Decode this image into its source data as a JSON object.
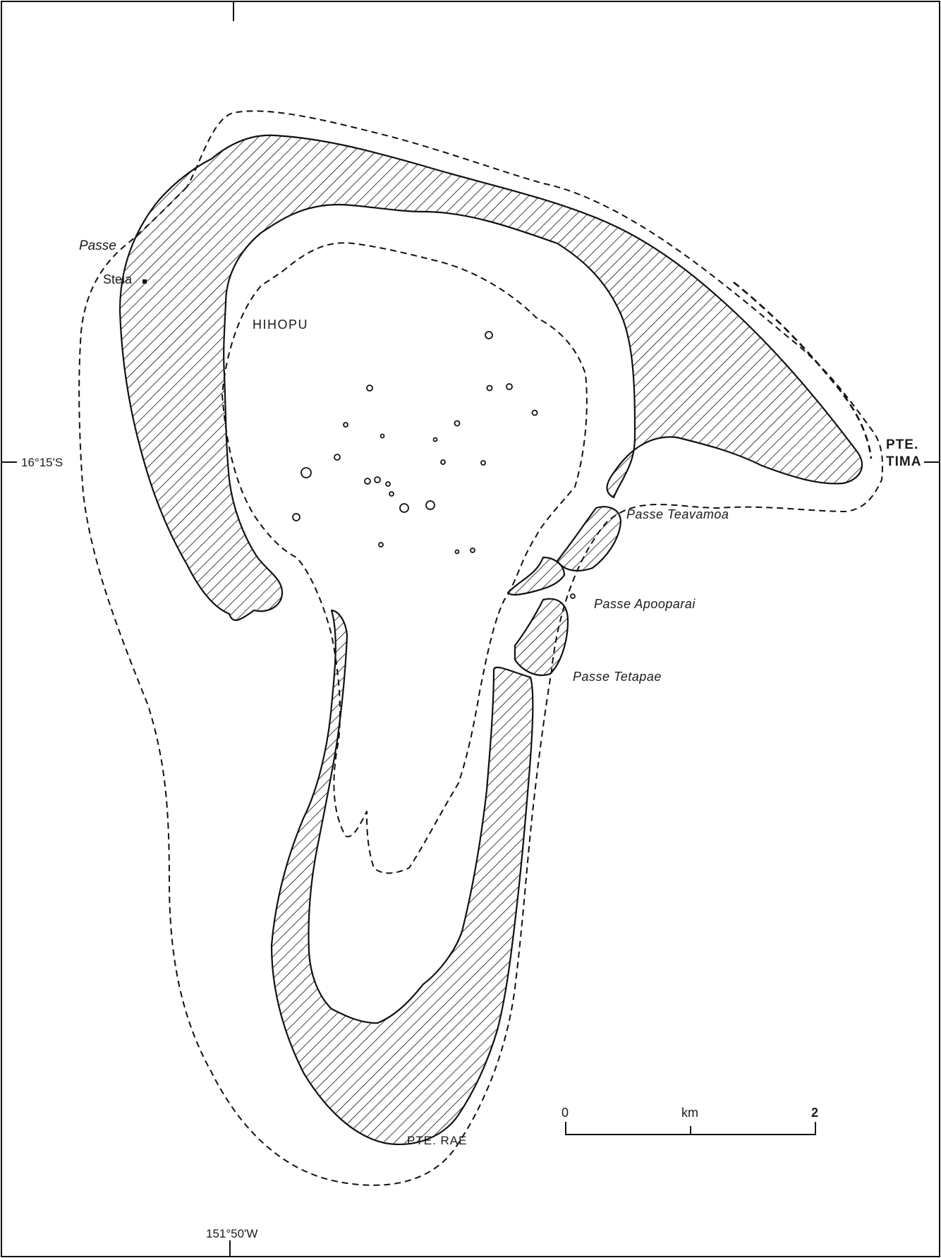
{
  "map": {
    "latitude_label": "16°15'S",
    "longitude_label": "151°50'W",
    "places": {
      "passe_nw": "Passe",
      "stela": "Stela",
      "hihopu": "HIHOPU",
      "pte_tima_1": "PTE.",
      "pte_tima_2": "TIMA",
      "passe_teavamoa": "Passe Teavamoa",
      "passe_apooparai": "Passe Apooparai",
      "passe_tetapae": "Passe Tetapae",
      "pte_rae": "PTE. RAE"
    },
    "scale": {
      "start": "0",
      "unit": "km",
      "end": "2"
    }
  }
}
